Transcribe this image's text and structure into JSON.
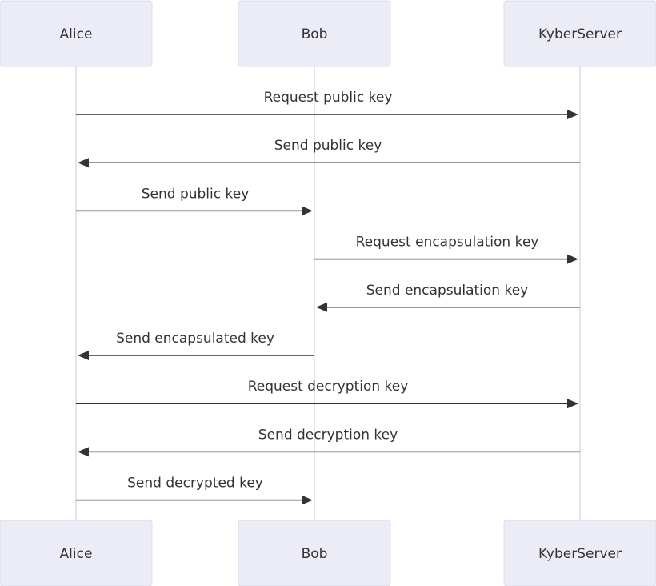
{
  "colors": {
    "actor_fill": "#ececf6",
    "lifeline": "#dcdcec",
    "message": "#333333"
  },
  "participants": [
    {
      "id": "alice",
      "label": "Alice"
    },
    {
      "id": "bob",
      "label": "Bob"
    },
    {
      "id": "kyber",
      "label": "KyberServer"
    }
  ],
  "messages": [
    {
      "from": "alice",
      "to": "kyber",
      "label": "Request public key"
    },
    {
      "from": "kyber",
      "to": "alice",
      "label": "Send public key"
    },
    {
      "from": "alice",
      "to": "bob",
      "label": "Send public key"
    },
    {
      "from": "bob",
      "to": "kyber",
      "label": "Request encapsulation key"
    },
    {
      "from": "kyber",
      "to": "bob",
      "label": "Send encapsulation key"
    },
    {
      "from": "bob",
      "to": "alice",
      "label": "Send encapsulated key"
    },
    {
      "from": "alice",
      "to": "kyber",
      "label": "Request decryption key"
    },
    {
      "from": "kyber",
      "to": "alice",
      "label": "Send decryption key"
    },
    {
      "from": "alice",
      "to": "bob",
      "label": "Send decrypted key"
    }
  ]
}
